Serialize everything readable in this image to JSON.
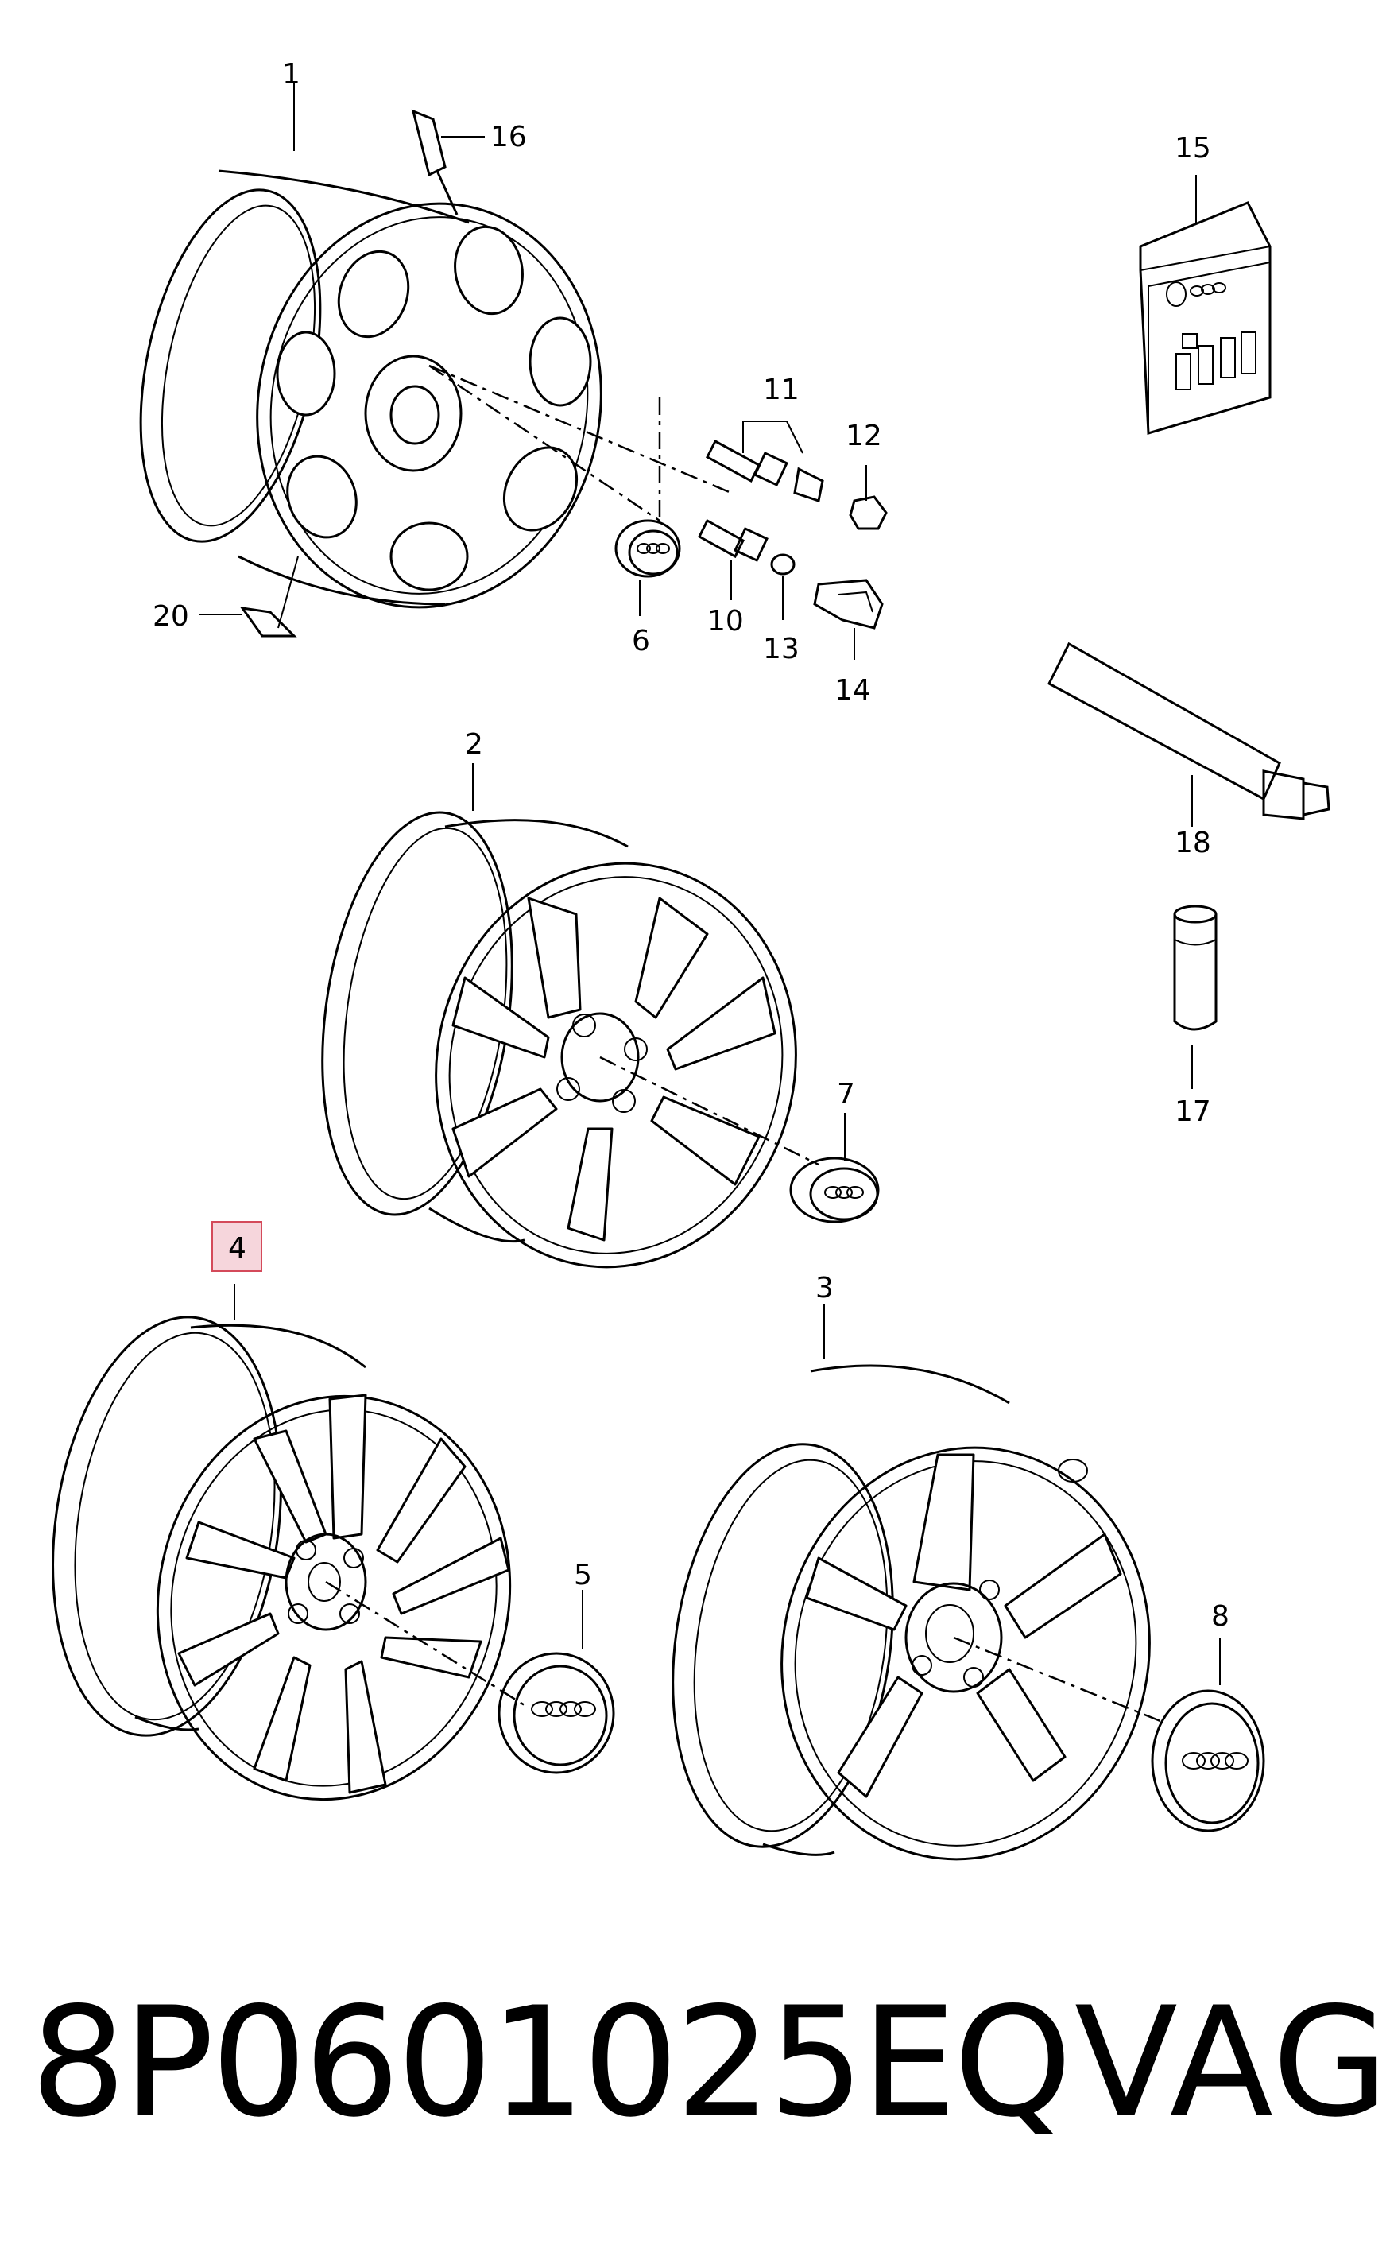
{
  "callouts": {
    "c1": "1",
    "c2": "2",
    "c3": "3",
    "c4": "4",
    "c5": "5",
    "c6": "6",
    "c7": "7",
    "c8": "8",
    "c10": "10",
    "c11": "11",
    "c12": "12",
    "c13": "13",
    "c14": "14",
    "c15": "15",
    "c16": "16",
    "c17": "17",
    "c18": "18",
    "c20": "20"
  },
  "caption": {
    "part_number": "8P0601025EQ",
    "brand": "VAG"
  },
  "colors": {
    "highlight_fill": "#f6d6dc",
    "highlight_stroke": "#d44a5a",
    "line": "#000000"
  }
}
